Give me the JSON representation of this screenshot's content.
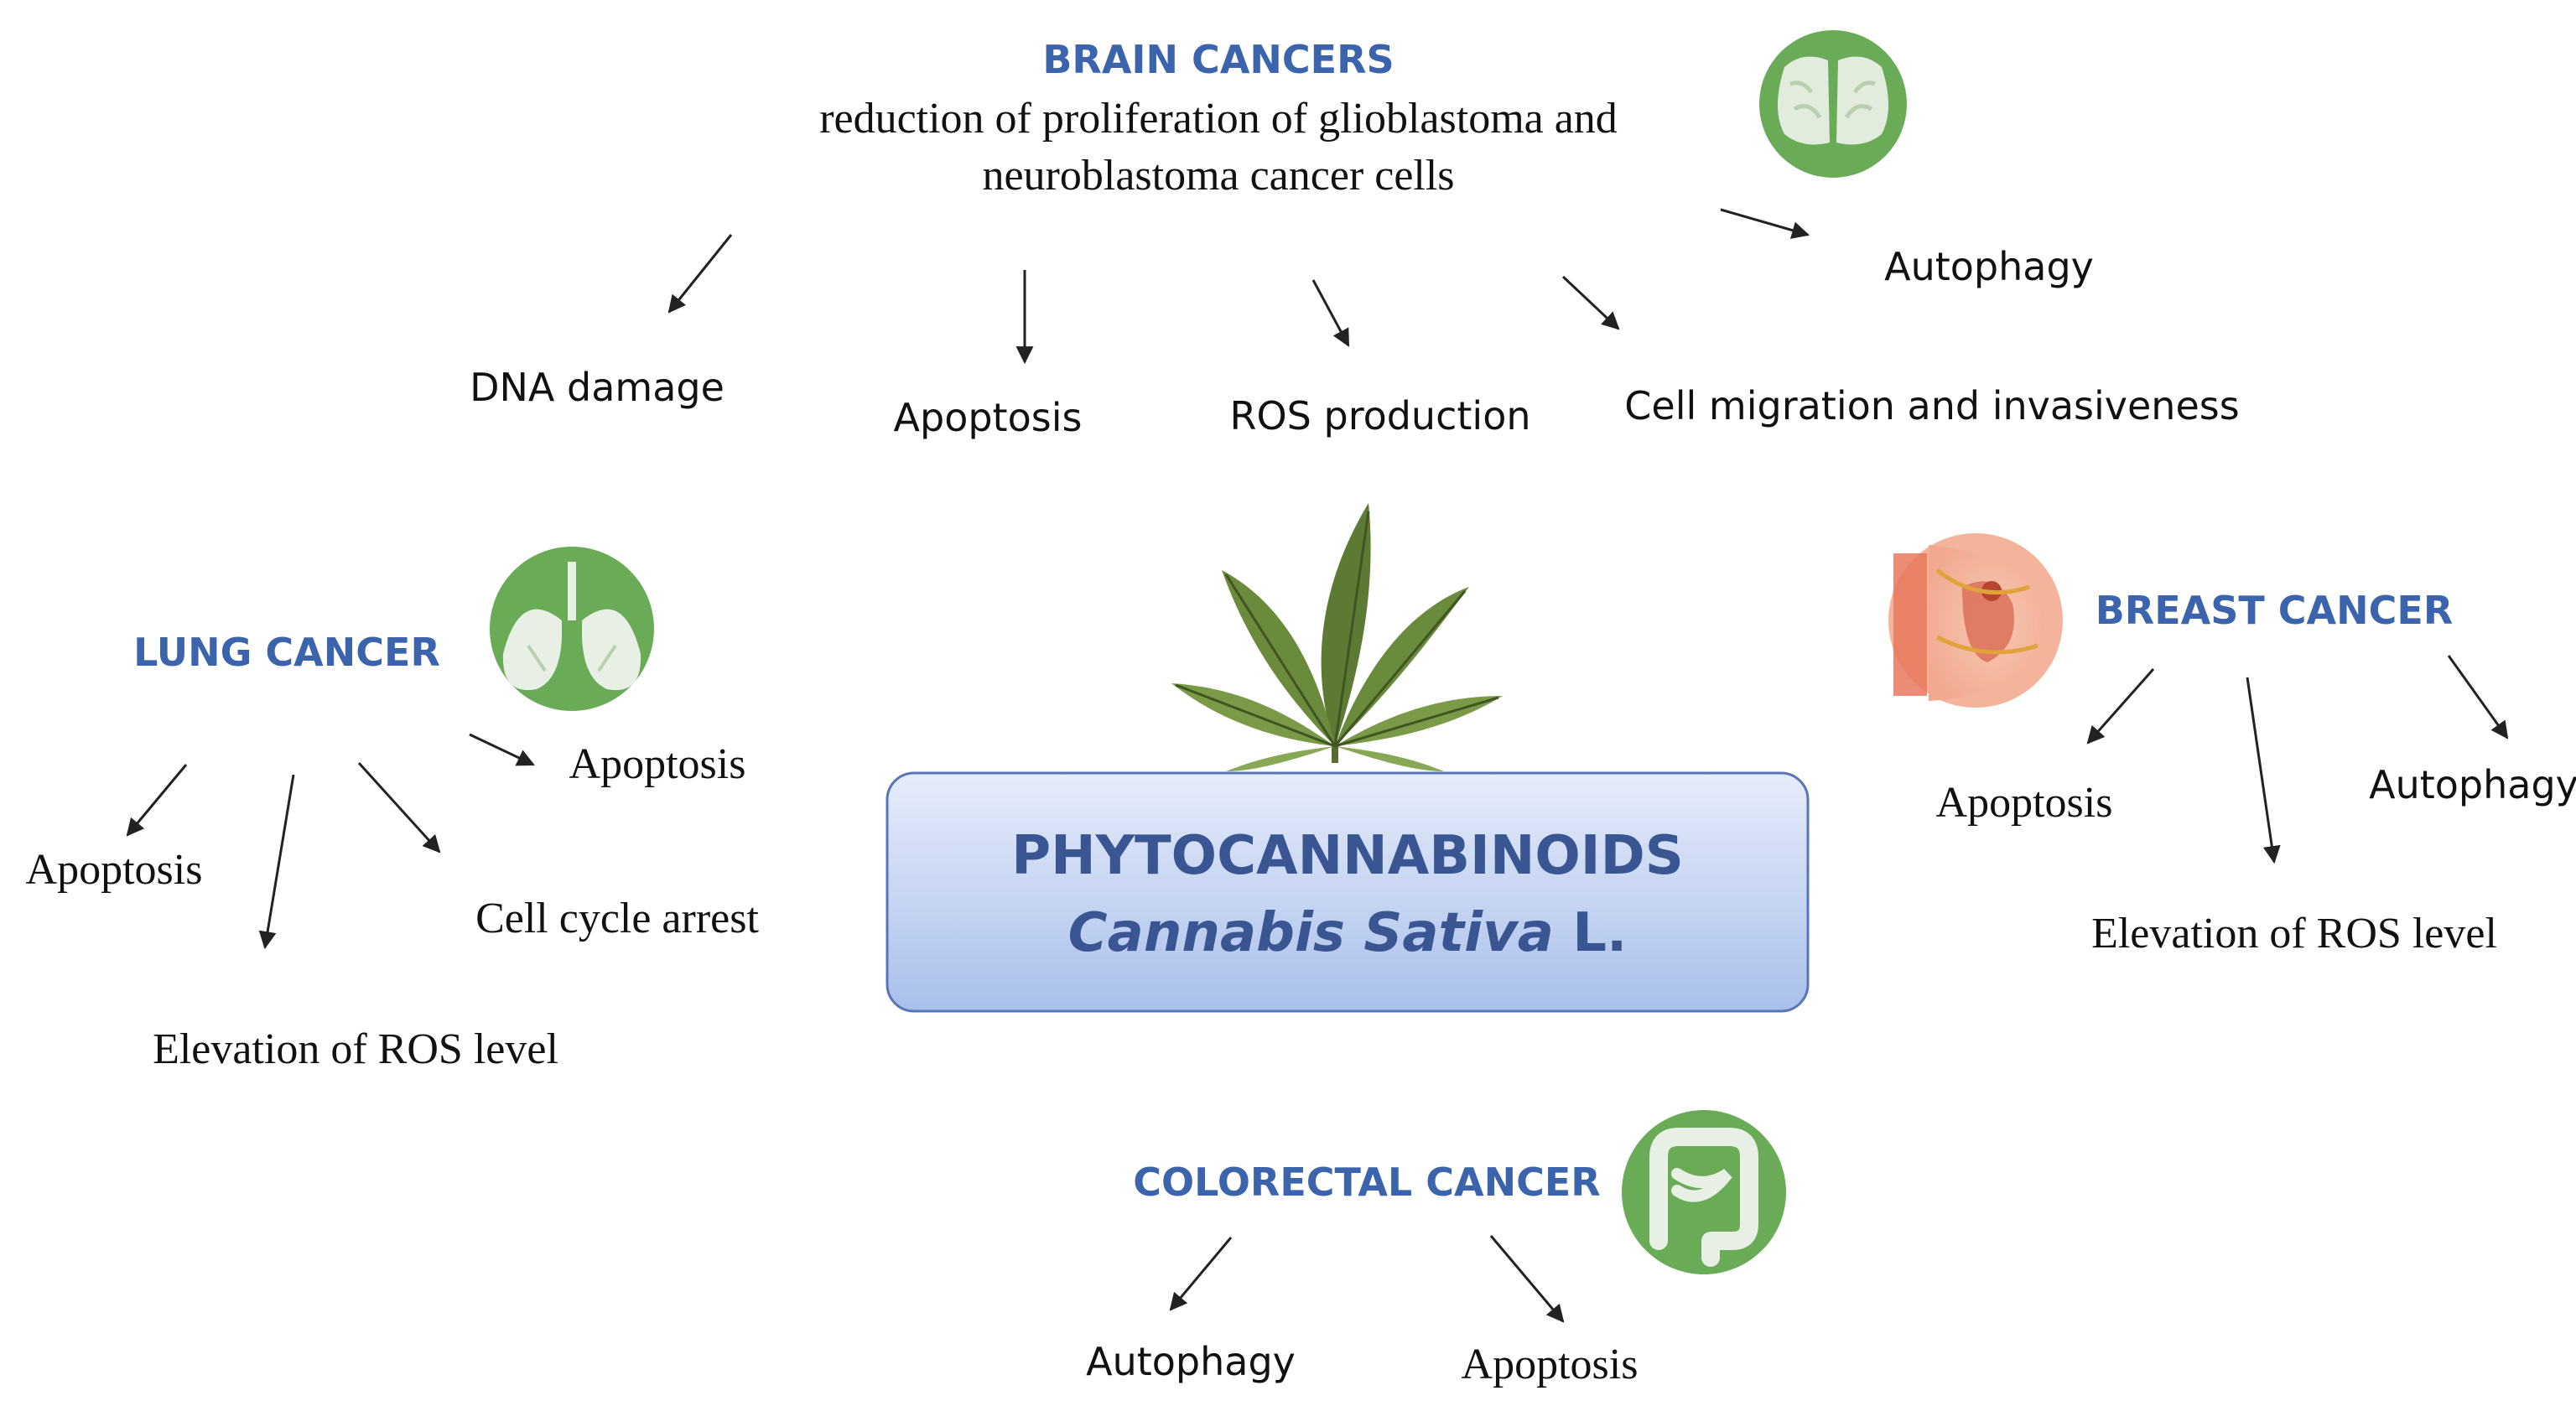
{
  "center": {
    "title": "PHYTOCANNABINOIDS",
    "subtitle_italic": "Cannabis Sativa",
    "subtitle_suffix": " L."
  },
  "brain": {
    "title": "BRAIN CANCERS",
    "description_line1": "reduction of proliferation of glioblastoma and",
    "description_line2": "neuroblastoma cancer cells",
    "effects": {
      "dna_damage": "DNA damage",
      "apoptosis": "Apoptosis",
      "ros_production": "ROS production",
      "cell_migration": "Cell migration and invasiveness",
      "autophagy": "Autophagy"
    },
    "icon": "brain-icon"
  },
  "lung": {
    "title": "LUNG CANCER",
    "effects": {
      "apoptosis_right": "Apoptosis",
      "apoptosis_left": "Apoptosis",
      "cell_cycle_arrest": "Cell cycle arrest",
      "ros_elevation": "Elevation of ROS level"
    },
    "icon": "lungs-icon"
  },
  "breast": {
    "title": "BREAST CANCER",
    "effects": {
      "apoptosis": "Apoptosis",
      "autophagy": "Autophagy",
      "ros_elevation": "Elevation of ROS level"
    },
    "icon": "breast-tissue-icon"
  },
  "colorectal": {
    "title": "COLORECTAL CANCER",
    "effects": {
      "autophagy": "Autophagy",
      "apoptosis": "Apoptosis"
    },
    "icon": "intestine-icon"
  },
  "colors": {
    "title_blue": "#3b64ad",
    "icon_green": "#6aab57",
    "box_top": "#e6ecfa",
    "box_bottom": "#a5bde9",
    "box_border": "#5876b7"
  }
}
